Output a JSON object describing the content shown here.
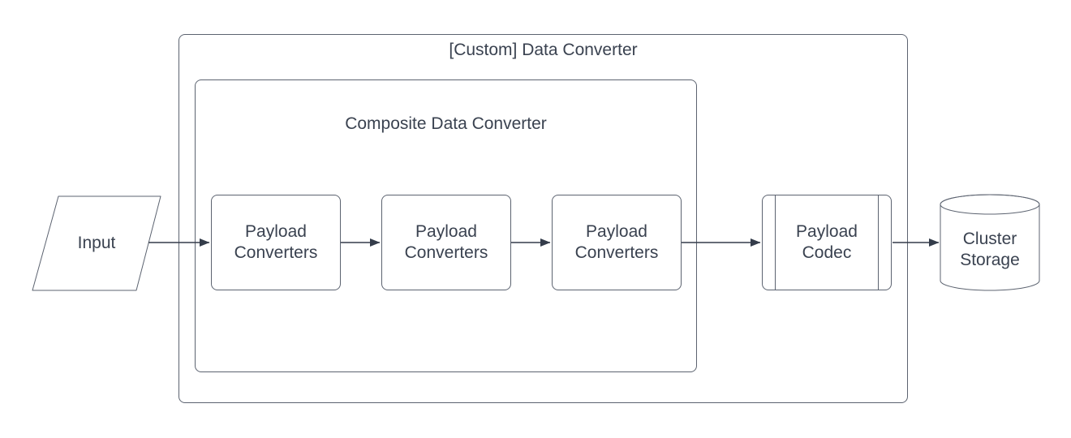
{
  "diagram": {
    "outer_container": {
      "label": "[Custom] Data Converter"
    },
    "inner_container": {
      "label": "Composite Data Converter"
    },
    "input_node": {
      "label": "Input",
      "shape": "parallelogram"
    },
    "payload_converter_nodes": [
      {
        "label": "Payload Converters"
      },
      {
        "label": "Payload Converters"
      },
      {
        "label": "Payload Converters"
      }
    ],
    "payload_codec_node": {
      "label": "Payload Codec",
      "shape": "predefined-process"
    },
    "cluster_storage_node": {
      "label": "Cluster Storage",
      "shape": "cylinder"
    },
    "flow_order": "Input → Payload Converters → Payload Converters → Payload Converters → Payload Codec → Cluster Storage",
    "colors": {
      "background": "#ffffff",
      "shape_stroke": "#5c6370",
      "arrow": "#343c4a",
      "text": "#3a4250"
    }
  }
}
